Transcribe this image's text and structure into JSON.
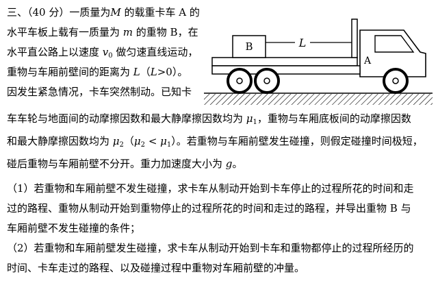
{
  "problem": {
    "head": "三、（40 分）一质量为",
    "lines": [
      {
        "id": "l1",
        "parts": [
          "三、（40 分）一质量为",
          "M",
          " 的载重卡车 A 的"
        ]
      },
      {
        "id": "l2",
        "parts": [
          "水平车板上载有一质量为 ",
          "m",
          " 的重物 B，在"
        ]
      },
      {
        "id": "l3",
        "parts": [
          "水平直公路上以速度 ",
          "v",
          "0",
          " 做匀速直线运动，"
        ]
      },
      {
        "id": "l4",
        "parts": [
          "重物与车厢前壁间的距离为 ",
          "L",
          "（",
          "L",
          ">0）。"
        ]
      },
      {
        "id": "l5",
        "parts": [
          "因发生紧急情况，卡车突然制动。已知卡"
        ]
      },
      {
        "id": "l6",
        "parts": [
          "车车轮与地面间的动摩擦因数和最大静摩擦因数均为 ",
          "μ",
          "1",
          "，重物与车厢底板间的动摩擦因数"
        ]
      },
      {
        "id": "l7",
        "parts": [
          "和最大静摩擦因数均为 ",
          "μ",
          "2",
          "（",
          "μ",
          "2",
          " < ",
          "μ",
          "1",
          "）。若重物与车厢前壁发生碰撞，则假定碰撞时间极短，"
        ]
      },
      {
        "id": "l8",
        "parts": [
          "碰后重物与车厢前壁不分开。重力加速度大小为 ",
          "g",
          "。"
        ]
      }
    ],
    "questions": [
      {
        "id": "q1a",
        "text": "（1）若重物和车厢前壁不发生碰撞，求卡车从制动开始到卡车停止的过程所花的时间和走"
      },
      {
        "id": "q1b",
        "text": "过的路程、重物从制动开始到重物停止的过程所花的时间和走过的路程，并导出重物 B 与"
      },
      {
        "id": "q1c",
        "text": "车厢前壁不发生碰撞的条件；"
      },
      {
        "id": "q2a",
        "text": "（2）若重物和车厢前壁发生碰撞，求卡车从制动开始到卡车和重物都停止的过程所经历的"
      },
      {
        "id": "q2b",
        "text": "时间、卡车走过的路程、以及碰撞过程中重物对车厢前壁的冲量。"
      }
    ]
  },
  "figure": {
    "box_label": "B",
    "distance_label": "L",
    "truck_label": "A"
  }
}
